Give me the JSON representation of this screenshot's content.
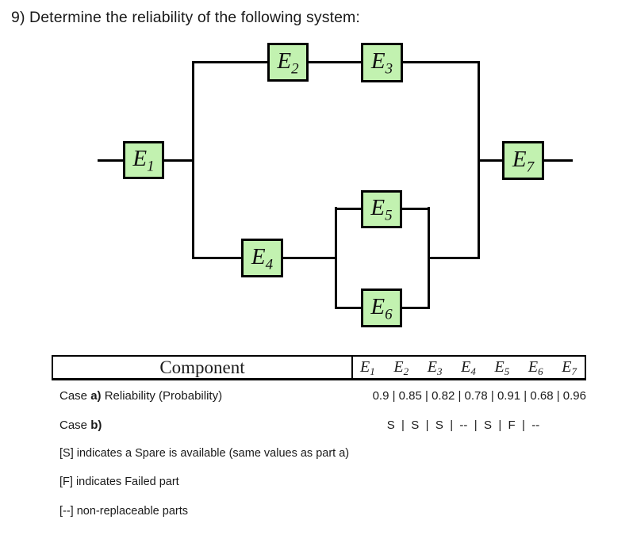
{
  "title": "9) Determine the reliability of the following system:",
  "colors": {
    "block_fill": "#c2f2b0",
    "block_border": "#000000",
    "connector": "#000000",
    "text": "#1a1a1a"
  },
  "diagram": {
    "blocks": [
      {
        "name": "E1",
        "base": "E",
        "sub": "1"
      },
      {
        "name": "E2",
        "base": "E",
        "sub": "2"
      },
      {
        "name": "E3",
        "base": "E",
        "sub": "3"
      },
      {
        "name": "E4",
        "base": "E",
        "sub": "4"
      },
      {
        "name": "E5",
        "base": "E",
        "sub": "5"
      },
      {
        "name": "E6",
        "base": "E",
        "sub": "6"
      },
      {
        "name": "E7",
        "base": "E",
        "sub": "7"
      }
    ]
  },
  "table": {
    "component_header": "Component",
    "columns": [
      {
        "base": "E",
        "sub": "1"
      },
      {
        "base": "E",
        "sub": "2"
      },
      {
        "base": "E",
        "sub": "3"
      },
      {
        "base": "E",
        "sub": "4"
      },
      {
        "base": "E",
        "sub": "5"
      },
      {
        "base": "E",
        "sub": "6"
      },
      {
        "base": "E",
        "sub": "7"
      }
    ],
    "case_a": {
      "prefix": "Case ",
      "bold": "a)",
      "suffix": " Reliability (Probability)",
      "values": [
        "0.9",
        "0.85",
        "0.82",
        "0.78",
        "0.91",
        "0.68",
        "0.96"
      ],
      "values_display": "0.9 | 0.85 | 0.82 | 0.78 | 0.91 | 0.68 | 0.96"
    },
    "case_b": {
      "prefix": "Case ",
      "bold": "b)",
      "suffix": "",
      "values": [
        "S",
        "S",
        "S",
        "--",
        "S",
        "F",
        "--"
      ],
      "values_display": "S  |  S  |  S  |  --  |  S  |  F  |  --"
    },
    "notes": [
      "[S] indicates a Spare is available (same values as part a)",
      "[F] indicates Failed part",
      "[--] non-replaceable parts"
    ]
  }
}
